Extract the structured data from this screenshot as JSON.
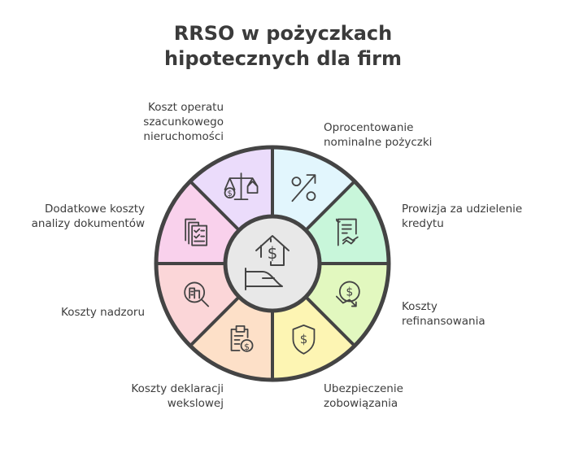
{
  "title": {
    "line1": "RRSO w pożyczkach",
    "line2": "hipotecznych dla firm"
  },
  "center": {
    "icon": "house-dollar-hand-icon",
    "color": "#e8e8e8"
  },
  "segments": [
    {
      "label": [
        "Oprocentowanie",
        "nominalne pożyczki"
      ],
      "icon": "percent-arrow-icon",
      "color": "#e2f6fd"
    },
    {
      "label": [
        "Prowizja za udzielenie",
        "kredytu"
      ],
      "icon": "contract-handshake-icon",
      "color": "#c8f6da"
    },
    {
      "label": [
        "Koszty",
        "refinansowania"
      ],
      "icon": "dollar-refresh-icon",
      "color": "#e2f8bf"
    },
    {
      "label": [
        "Ubezpieczenie",
        "zobowiązania"
      ],
      "icon": "shield-dollar-icon",
      "color": "#fdf5b3"
    },
    {
      "label": [
        "Koszty deklaracji",
        "wekslowej"
      ],
      "icon": "clipboard-dollar-icon",
      "color": "#fde0c8"
    },
    {
      "label": [
        "Koszty nadzoru"
      ],
      "icon": "magnifier-building-icon",
      "color": "#fbd6d8"
    },
    {
      "label": [
        "Dodatkowe koszty",
        "analizy dokumentów"
      ],
      "icon": "documents-checklist-icon",
      "color": "#f9d1ec"
    },
    {
      "label": [
        "Koszt operatu",
        "szacunkowego",
        "nieruchomości"
      ],
      "icon": "scale-dollar-house-icon",
      "color": "#ebdcfb"
    }
  ]
}
